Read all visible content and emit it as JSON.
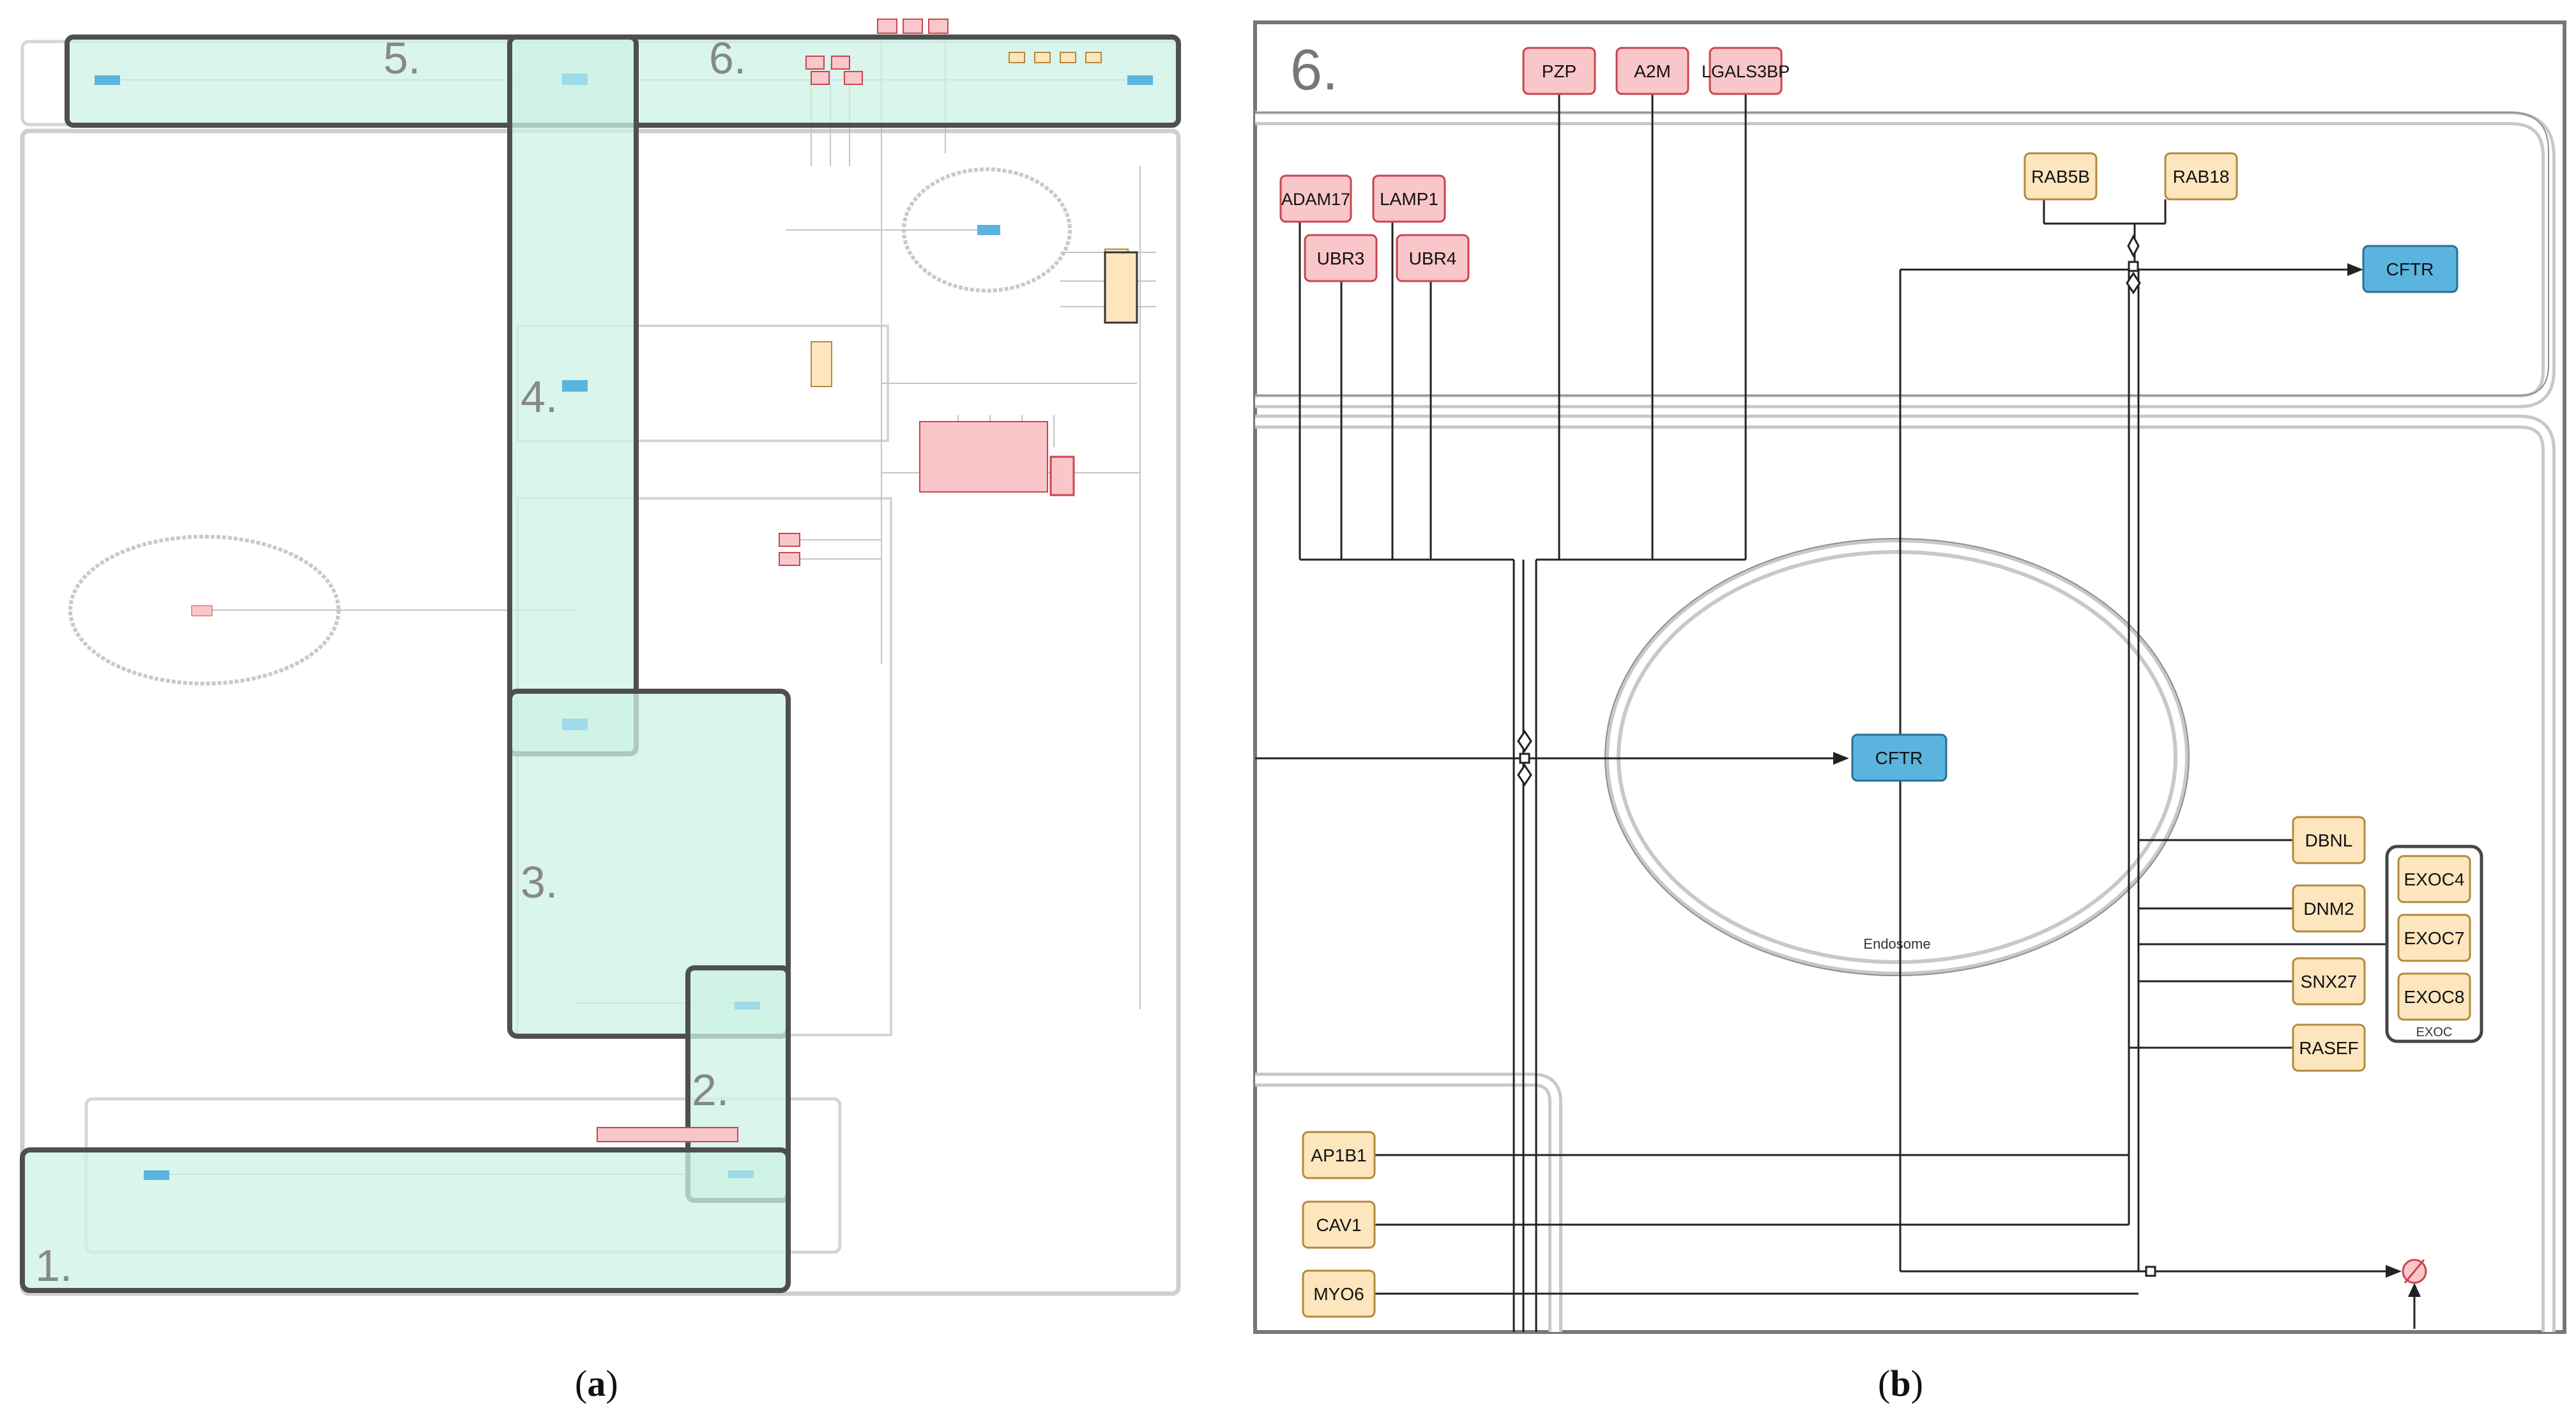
{
  "captions": {
    "left": "(a)",
    "right": "(b)",
    "left_letter": "a",
    "right_letter": "b"
  },
  "overview": {
    "region_labels": [
      "1.",
      "2.",
      "3.",
      "4.",
      "5.",
      "6."
    ]
  },
  "detail": {
    "panel_label": "6.",
    "endosome_label": "Endosome",
    "exoc_group_label": "EXOC",
    "nodes": {
      "pzp": "PZP",
      "a2m": "A2M",
      "lgals3bp": "LGALS3BP",
      "adam17": "ADAM17",
      "lamp1": "LAMP1",
      "ubr3": "UBR3",
      "ubr4": "UBR4",
      "rab5b": "RAB5B",
      "rab18": "RAB18",
      "cftr_top": "CFTR",
      "cftr_mid": "CFTR",
      "dbnl": "DBNL",
      "dnm2": "DNM2",
      "snx27": "SNX27",
      "rasef": "RASEF",
      "exoc4": "EXOC4",
      "exoc7": "EXOC7",
      "exoc8": "EXOC8",
      "ap1b1": "AP1B1",
      "cav1": "CAV1",
      "myo6": "MYO6"
    }
  },
  "colors": {
    "pink": "#f9c6c9",
    "pink_stroke": "#c9464f",
    "yellow": "#fde5bd",
    "yellow_stroke": "#b38a3c",
    "blue": "#5ab4de",
    "blue_stroke": "#2a6f92",
    "highlight": "#ccf2e5",
    "compartment": "#c8c8c8"
  }
}
